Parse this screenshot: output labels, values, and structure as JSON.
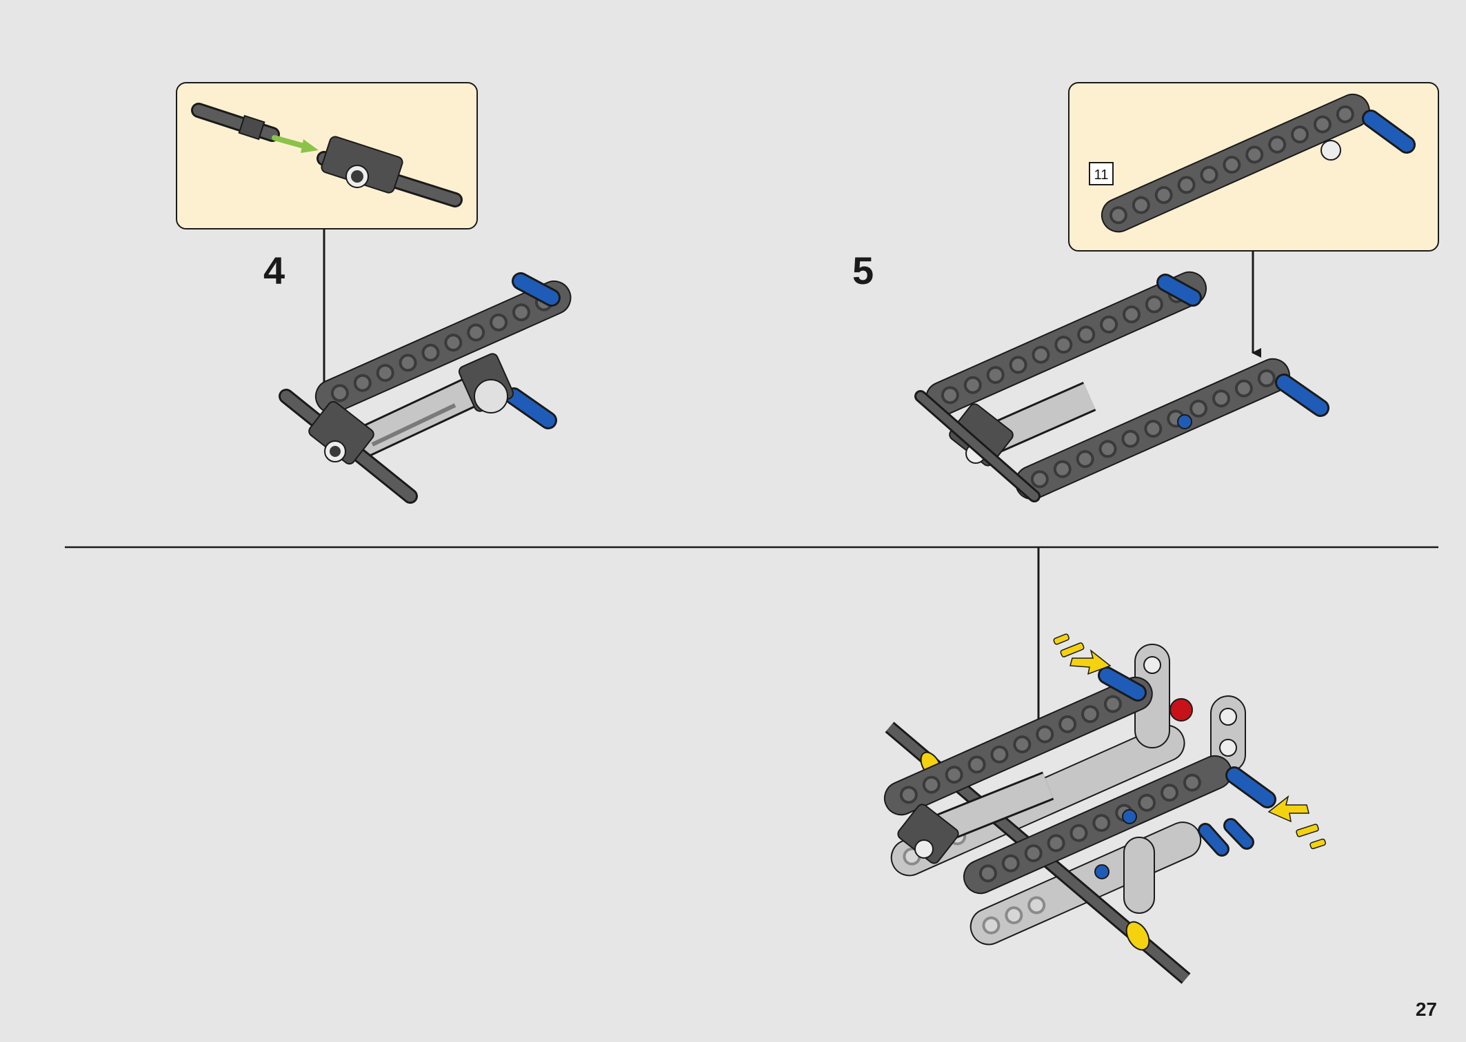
{
  "page": {
    "number": "27"
  },
  "steps": [
    {
      "number": "4"
    },
    {
      "number": "5",
      "callout": {
        "part_length_label": "11"
      }
    }
  ],
  "colors": {
    "background": "#e6e6e6",
    "callout_fill": "#fdf0d0",
    "dark_gray": "#5b5b5b",
    "light_gray": "#c6c6c6",
    "blue": "#1f5cb8",
    "red": "#c8121a",
    "yellow": "#f5d20f",
    "green_arrow": "#8bc34a",
    "black": "#1a1a1a"
  },
  "icons": {
    "step_arrow": "down-arrow-icon",
    "push_arrow": "yellow-push-arrow-icon",
    "insert_arrow": "green-insert-arrow-icon"
  }
}
